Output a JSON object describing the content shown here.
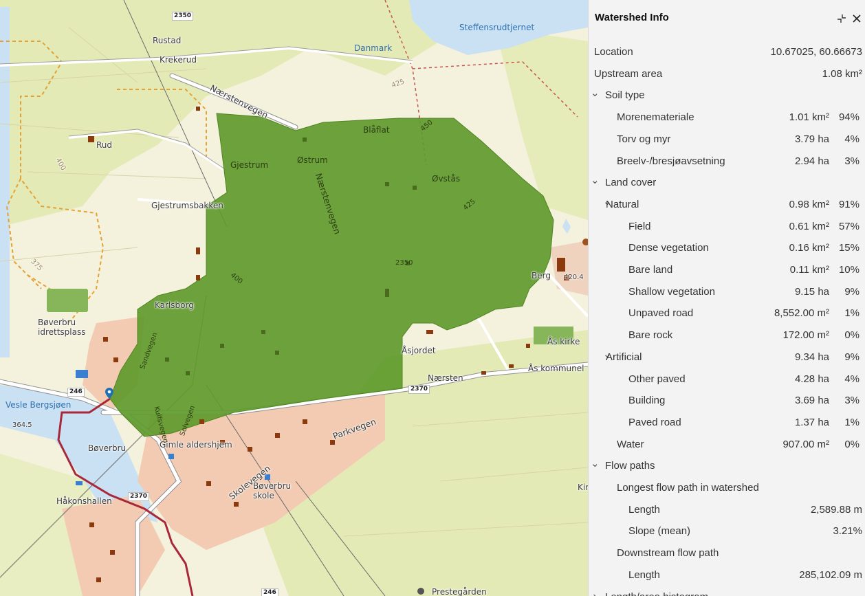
{
  "map": {
    "labels": {
      "steffensrudtjernet": "Steffensrudtjernet",
      "danmark": "Danmark",
      "rustad": "Rustad",
      "krekerud": "Krekerud",
      "naerstenvegen_north": "Nærstenvegen",
      "rud": "Rud",
      "blaflat": "Blåflat",
      "ostrum": "Østrum",
      "gjestrum": "Gjestrum",
      "ovstas": "Øvstås",
      "gjestrumsbakken": "Gjestrumsbakken",
      "naerstenvegen_mid": "Nærstenvegen",
      "berg": "Berg",
      "karlsborg": "Karlsborg",
      "boverbru_idrett_1": "Bøverbru",
      "boverbru_idrett_2": "idrettsplass",
      "as_kirke": "Ås kirke",
      "asjordet": "Åsjordet",
      "as_kommune": "Ås kommunel",
      "naersten": "Nærsten",
      "vesle_bergsjoen": "Vesle Bergsjøen",
      "boverbru": "Bøverbru",
      "gimle": "Gimle aldershjem",
      "parkvegen": "Parkvegen",
      "skolevegen": "Skolevegen",
      "boverbru_skole_1": "Bøverbru",
      "boverbru_skole_2": "skole",
      "hakonshallen": "Håkonshallen",
      "prestegarden": "Prestegården",
      "kir": "Kir",
      "kulfsvegen": "Kulfsvegen",
      "sandvegen": "Sandvegen",
      "solvegen": "Solvegen",
      "contour_400_a": "400",
      "contour_400_b": "400",
      "contour_375": "375",
      "contour_425_a": "425",
      "contour_425_b": "425",
      "contour_450": "450",
      "contour_2350": "2350",
      "spot_420": "420.4",
      "spot_364": "364.5"
    },
    "shields": {
      "r2350_top": "2350",
      "r2350_mid": "2350",
      "r2370_east": "2370",
      "r2370_south": "2370",
      "r246_west": "246",
      "r246_south": "246"
    },
    "colors": {
      "watershed_fill": "#5f9a2c",
      "background": "#f4f1dc",
      "forest": "#e3e9b4",
      "water": "#c6dff2",
      "residential": "#f2c9b0",
      "building": "#8a3a0c",
      "river_line": "#a8283a"
    }
  },
  "panel": {
    "title": "Watershed Info",
    "collapse_icon": "collapse-icon",
    "close_icon": "close-icon",
    "rows": [
      {
        "label": "Location",
        "value": "10.67025, 60.66673",
        "pct": "",
        "indent": 0,
        "chevron": ""
      },
      {
        "label": "Upstream area",
        "value": "1.08 km²",
        "pct": "",
        "indent": 0,
        "chevron": ""
      },
      {
        "label": "Soil type",
        "value": "",
        "pct": "",
        "indent": 0,
        "chevron": "down"
      },
      {
        "label": "Morenemateriale",
        "value": "1.01 km²",
        "pct": "94%",
        "indent": 1,
        "chevron": ""
      },
      {
        "label": "Torv og myr",
        "value": "3.79 ha",
        "pct": "4%",
        "indent": 1,
        "chevron": ""
      },
      {
        "label": "Breelv-/bresjøavsetning",
        "value": "2.94 ha",
        "pct": "3%",
        "indent": 1,
        "chevron": ""
      },
      {
        "label": "Land cover",
        "value": "",
        "pct": "",
        "indent": 0,
        "chevron": "down"
      },
      {
        "label": "Natural",
        "value": "0.98 km²",
        "pct": "91%",
        "indent": 1,
        "chevron": "down"
      },
      {
        "label": "Field",
        "value": "0.61 km²",
        "pct": "57%",
        "indent": 2,
        "chevron": ""
      },
      {
        "label": "Dense vegetation",
        "value": "0.16 km²",
        "pct": "15%",
        "indent": 2,
        "chevron": ""
      },
      {
        "label": "Bare land",
        "value": "0.11 km²",
        "pct": "10%",
        "indent": 2,
        "chevron": ""
      },
      {
        "label": "Shallow vegetation",
        "value": "9.15 ha",
        "pct": "9%",
        "indent": 2,
        "chevron": ""
      },
      {
        "label": "Unpaved road",
        "value": "8,552.00 m²",
        "pct": "1%",
        "indent": 2,
        "chevron": ""
      },
      {
        "label": "Bare rock",
        "value": "172.00 m²",
        "pct": "0%",
        "indent": 2,
        "chevron": ""
      },
      {
        "label": "Artificial",
        "value": "9.34 ha",
        "pct": "9%",
        "indent": 1,
        "chevron": "down"
      },
      {
        "label": "Other paved",
        "value": "4.28 ha",
        "pct": "4%",
        "indent": 2,
        "chevron": ""
      },
      {
        "label": "Building",
        "value": "3.69 ha",
        "pct": "3%",
        "indent": 2,
        "chevron": ""
      },
      {
        "label": "Paved road",
        "value": "1.37 ha",
        "pct": "1%",
        "indent": 2,
        "chevron": ""
      },
      {
        "label": "Water",
        "value": "907.00 m²",
        "pct": "0%",
        "indent": 1,
        "chevron": ""
      },
      {
        "label": "Flow paths",
        "value": "",
        "pct": "",
        "indent": 0,
        "chevron": "down"
      },
      {
        "label": "Longest flow path in watershed",
        "value": "",
        "pct": "",
        "indent": 1,
        "chevron": ""
      },
      {
        "label": "Length",
        "value": "2,589.88 m",
        "pct": "",
        "indent": 2,
        "chevron": ""
      },
      {
        "label": "Slope (mean)",
        "value": "3.21%",
        "pct": "",
        "indent": 2,
        "chevron": ""
      },
      {
        "label": "Downstream flow path",
        "value": "",
        "pct": "",
        "indent": 1,
        "chevron": ""
      },
      {
        "label": "Length",
        "value": "285,102.09 m",
        "pct": "",
        "indent": 2,
        "chevron": ""
      },
      {
        "label": "Length/area histogram",
        "value": "",
        "pct": "",
        "indent": 0,
        "chevron": "right"
      }
    ]
  }
}
